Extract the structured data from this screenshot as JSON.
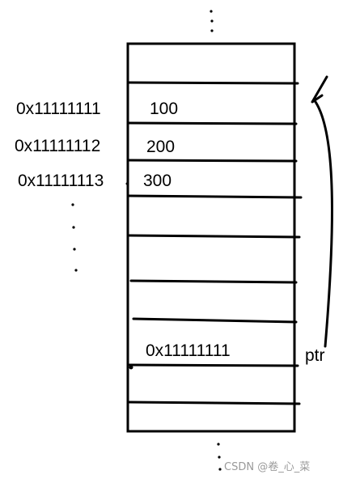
{
  "memory": {
    "addresses": [
      "0x11111111",
      "0x11111112",
      "0x11111113"
    ],
    "values": [
      "100",
      "200",
      "300"
    ],
    "pointer_cell_value": "0x11111111",
    "pointer_label": "ptr"
  },
  "watermark": "CSDN @卷_心_菜",
  "colors": {
    "ink": "#000000",
    "background": "#ffffff",
    "watermark": "#9a9a9a"
  }
}
